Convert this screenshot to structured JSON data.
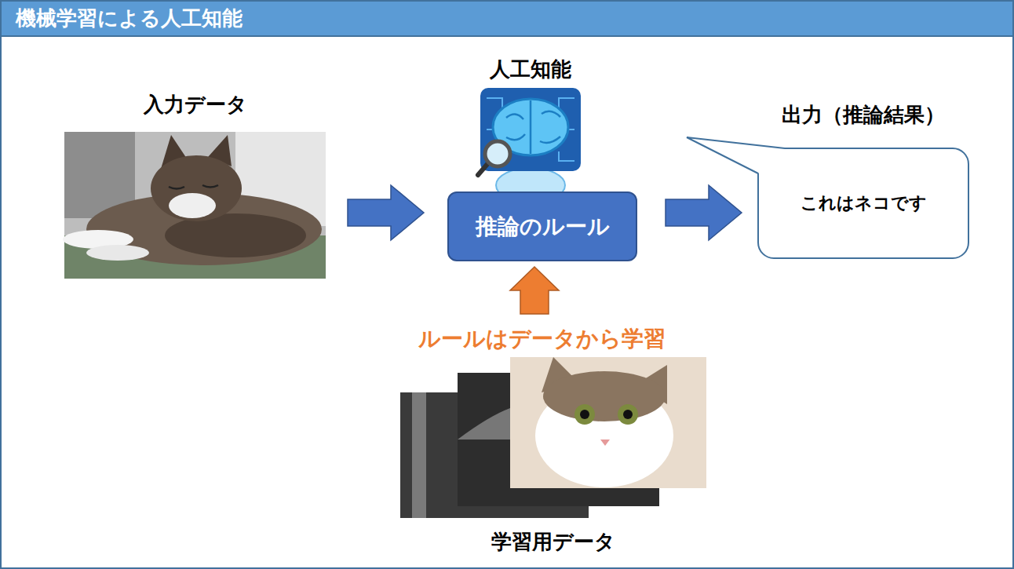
{
  "diagram": {
    "title": "機械学習による人工知能",
    "nodes": [
      {
        "text": [
          "入力データ"
        ]
      },
      {
        "text": [
          "推論のルール"
        ]
      },
      {
        "text": [
          "出力（推論結果）",
          "これはネコです"
        ]
      },
      {
        "text": [
          "学習用データ"
        ]
      }
    ],
    "edges": [
      {
        "from": 0,
        "to": 1,
        "arrow": "to"
      },
      {
        "from": 1,
        "to": 2,
        "arrow": "to"
      },
      {
        "from": 3,
        "to": 1,
        "label": "ルールはデータから学習",
        "arrow": "to"
      }
    ],
    "labels": [
      "人工知能"
    ]
  }
}
